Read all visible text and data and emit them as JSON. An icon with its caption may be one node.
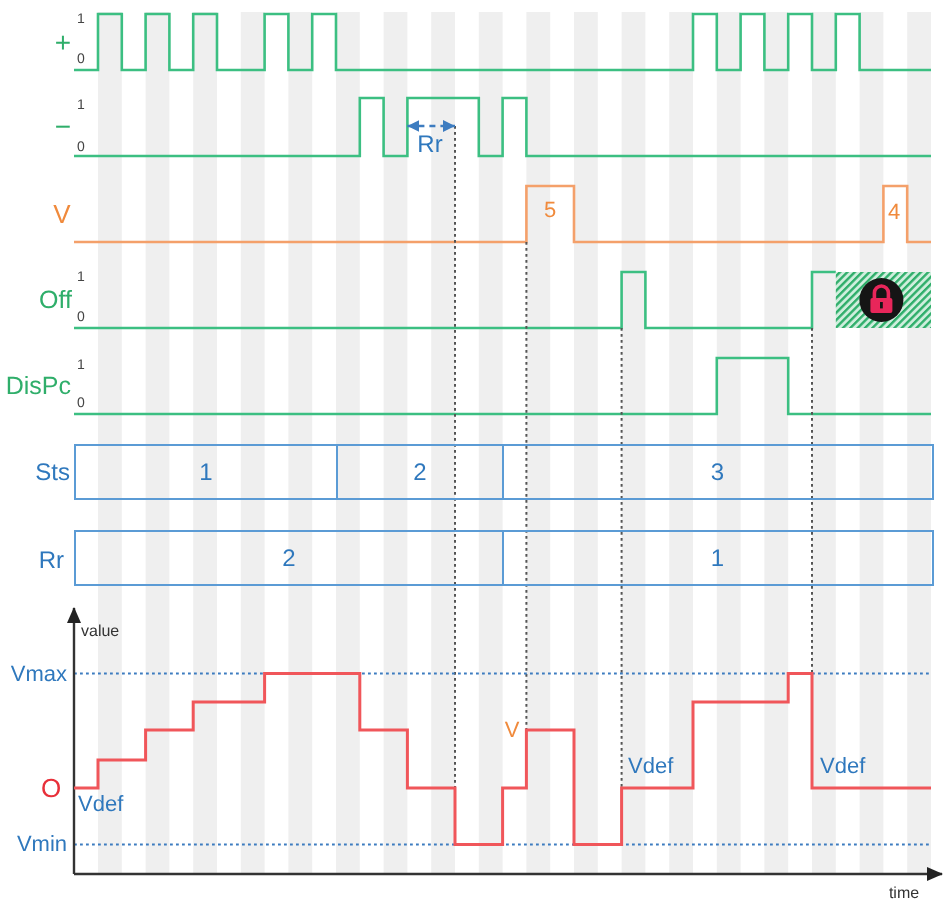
{
  "diagram": {
    "nodes": [
      {
        "text": [
          "1"
        ]
      },
      {
        "text": [
          "2"
        ]
      },
      {
        "text": [
          "3"
        ]
      },
      {
        "text": [
          "2"
        ]
      },
      {
        "text": [
          "1"
        ]
      }
    ],
    "labels": [
      "+",
      "1",
      "0",
      "−",
      "1",
      "0",
      "Rr",
      "V",
      "5",
      "4",
      "Off",
      "1",
      "0",
      "DisPc",
      "1",
      "0",
      "Sts",
      "Rr",
      "value",
      "Vmax",
      "V",
      "O",
      "Vdef",
      "Vdef",
      "Vdef",
      "Vmin",
      "time"
    ]
  }
}
